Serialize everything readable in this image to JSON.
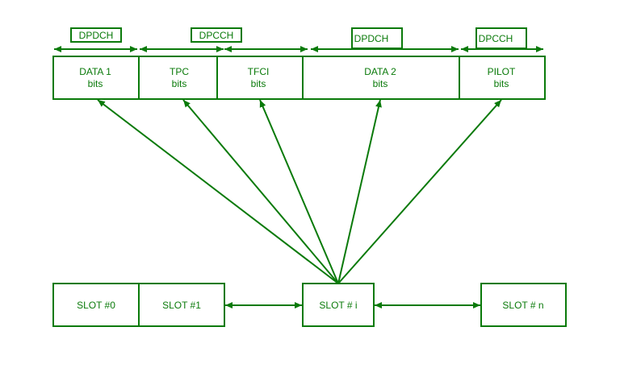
{
  "colors": {
    "stroke": "#0a7a0a",
    "text": "#0a7a0a",
    "background": "#ffffff"
  },
  "channel_labels": {
    "data1": "DPDCH",
    "tpc": "DPCCH",
    "data2": "DPDCH",
    "pilot": "DPCCH"
  },
  "fields": {
    "data1": {
      "line1": "DATA 1",
      "line2": "bits"
    },
    "tpc": {
      "line1": "TPC",
      "line2": "bits"
    },
    "tfci": {
      "line1": "TFCI",
      "line2": "bits"
    },
    "data2": {
      "line1": "DATA 2",
      "line2": "bits"
    },
    "pilot": {
      "line1": "PILOT",
      "line2": "bits"
    }
  },
  "slots": {
    "slot0": "SLOT #0",
    "slot1": "SLOT #1",
    "slot_i": "SLOT # i",
    "slot_n": "SLOT # n"
  }
}
